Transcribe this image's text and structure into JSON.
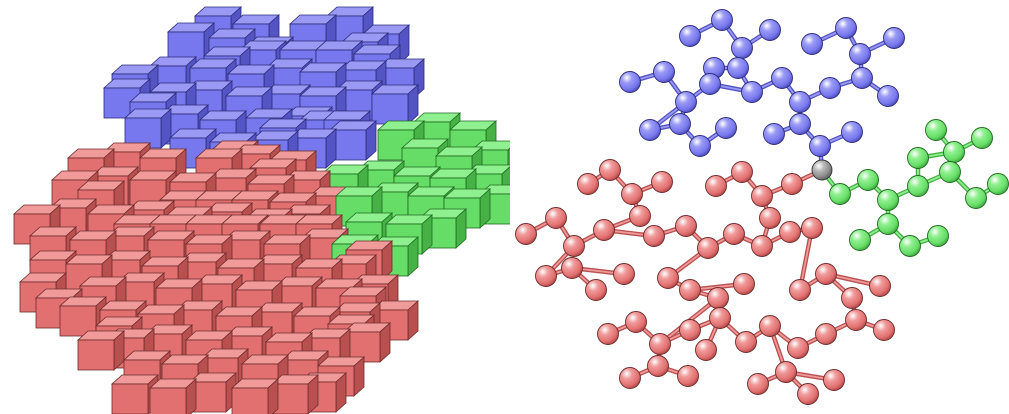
{
  "figure": {
    "panels": [
      {
        "id": "cube-assembly",
        "representation": "cubes",
        "clusters": [
          {
            "name": "blue",
            "cube_count": 44
          },
          {
            "name": "green",
            "cube_count": 21
          },
          {
            "name": "red",
            "cube_count": 96
          }
        ]
      },
      {
        "id": "ball-and-stick",
        "representation": "spheres-and-bonds",
        "clusters": [
          {
            "name": "blue",
            "sphere_count": 28
          },
          {
            "name": "green",
            "sphere_count": 15
          },
          {
            "name": "red",
            "sphere_count": 52
          }
        ],
        "junction": {
          "name": "gray-junction-atom",
          "count": 1
        }
      }
    ]
  },
  "colors": {
    "blue": {
      "face": "#7777ee",
      "top": "#9a9af5",
      "side": "#5454c4",
      "edge": "#2c2c7a"
    },
    "green": {
      "face": "#66dd66",
      "top": "#8ff08f",
      "side": "#46b246",
      "edge": "#1f6a1f"
    },
    "red": {
      "face": "#e27070",
      "top": "#f09a9a",
      "side": "#b95050",
      "edge": "#6e2a2a"
    },
    "gray": {
      "face": "#888888",
      "top": "#bbbbbb",
      "side": "#666666",
      "edge": "#333333"
    }
  }
}
